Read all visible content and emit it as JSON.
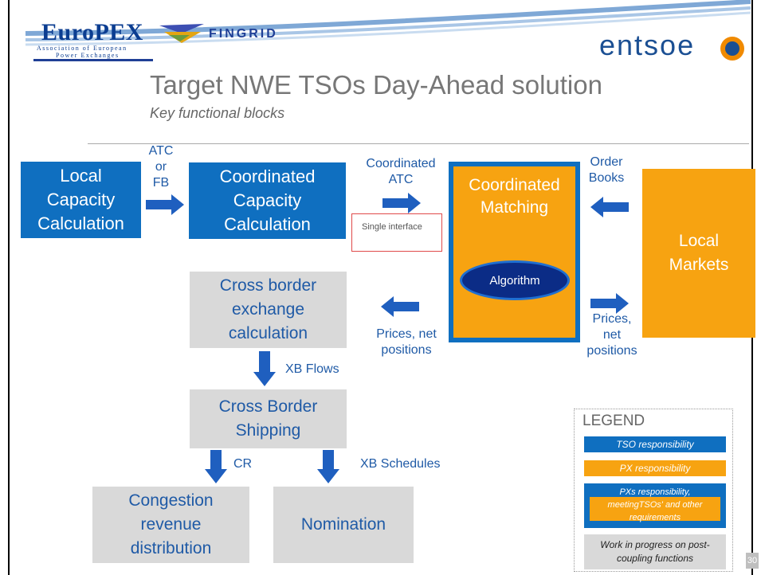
{
  "header": {
    "europex_logo": "EuroPEX",
    "europex_sub1": "Association of European",
    "europex_sub2": "Power Exchanges",
    "fingrid_logo": "FINGRID",
    "entsoe_logo": "entsoe",
    "title": "Target NWE TSOs Day-Ahead solution",
    "subtitle": "Key functional blocks"
  },
  "blocks": {
    "local_capacity": [
      "Local",
      "Capacity",
      "Calculation"
    ],
    "coordinated_capacity": [
      "Coordinated",
      "Capacity",
      "Calculation"
    ],
    "coordinated_matching": [
      "Coordinated",
      "Matching"
    ],
    "algorithm": "Algorithm",
    "local_markets": [
      "Local",
      "Markets"
    ],
    "cross_border_exchange": [
      "Cross border",
      "exchange",
      "calculation"
    ],
    "cross_border_shipping": [
      "Cross Border",
      "Shipping"
    ],
    "congestion_revenue": [
      "Congestion",
      "revenue",
      "distribution"
    ],
    "nomination": "Nomination"
  },
  "labels": {
    "atc_fb": [
      "ATC",
      "or",
      "FB"
    ],
    "coordinated_atc": [
      "Coordinated",
      "ATC"
    ],
    "single_interface": "Single interface",
    "order_books": [
      "Order",
      "Books"
    ],
    "prices_net_left": [
      "Prices, net",
      "positions"
    ],
    "prices_net_right": [
      "Prices,",
      "net",
      "positions"
    ],
    "xb_flows": "XB Flows",
    "cr": "CR",
    "xb_schedules": "XB Schedules"
  },
  "legend": {
    "title": "LEGEND",
    "tso": "TSO responsibility",
    "px": "PX responsibility",
    "pxs_line1": "PXs  responsibility,",
    "pxs_line2": "meetingTSOs' and other",
    "pxs_line3": "requirements",
    "wip_line1": "Work in progress on post-",
    "wip_line2": "coupling functions"
  },
  "page_number": "30",
  "colors": {
    "tso_blue": "#0f6fc0",
    "px_orange": "#f7a311",
    "grey": "#d9d9d9",
    "arrow_blue": "#1f5fbf",
    "text_blue": "#1f5aa6"
  }
}
